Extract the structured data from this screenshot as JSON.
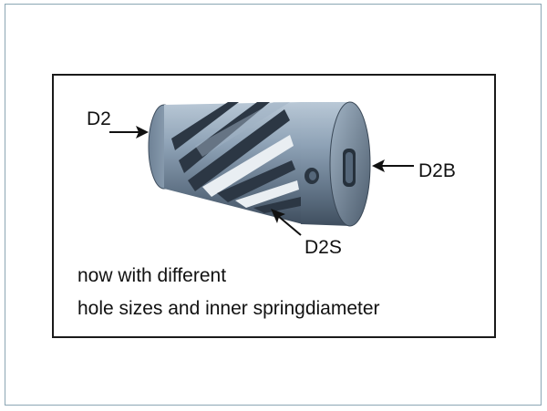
{
  "labels": {
    "d2": "D2",
    "d2b": "D2B",
    "d2s": "D2S"
  },
  "caption": {
    "line1": "now with different",
    "line2": "hole sizes and inner springdiameter"
  },
  "colors": {
    "frame_outer": "#8ba6b4",
    "frame_inner": "#1a1a1a",
    "part_body": "#7e93a8",
    "part_shadow": "#3f4e5e",
    "part_highlight": "#c5d3df",
    "text": "#111111"
  }
}
